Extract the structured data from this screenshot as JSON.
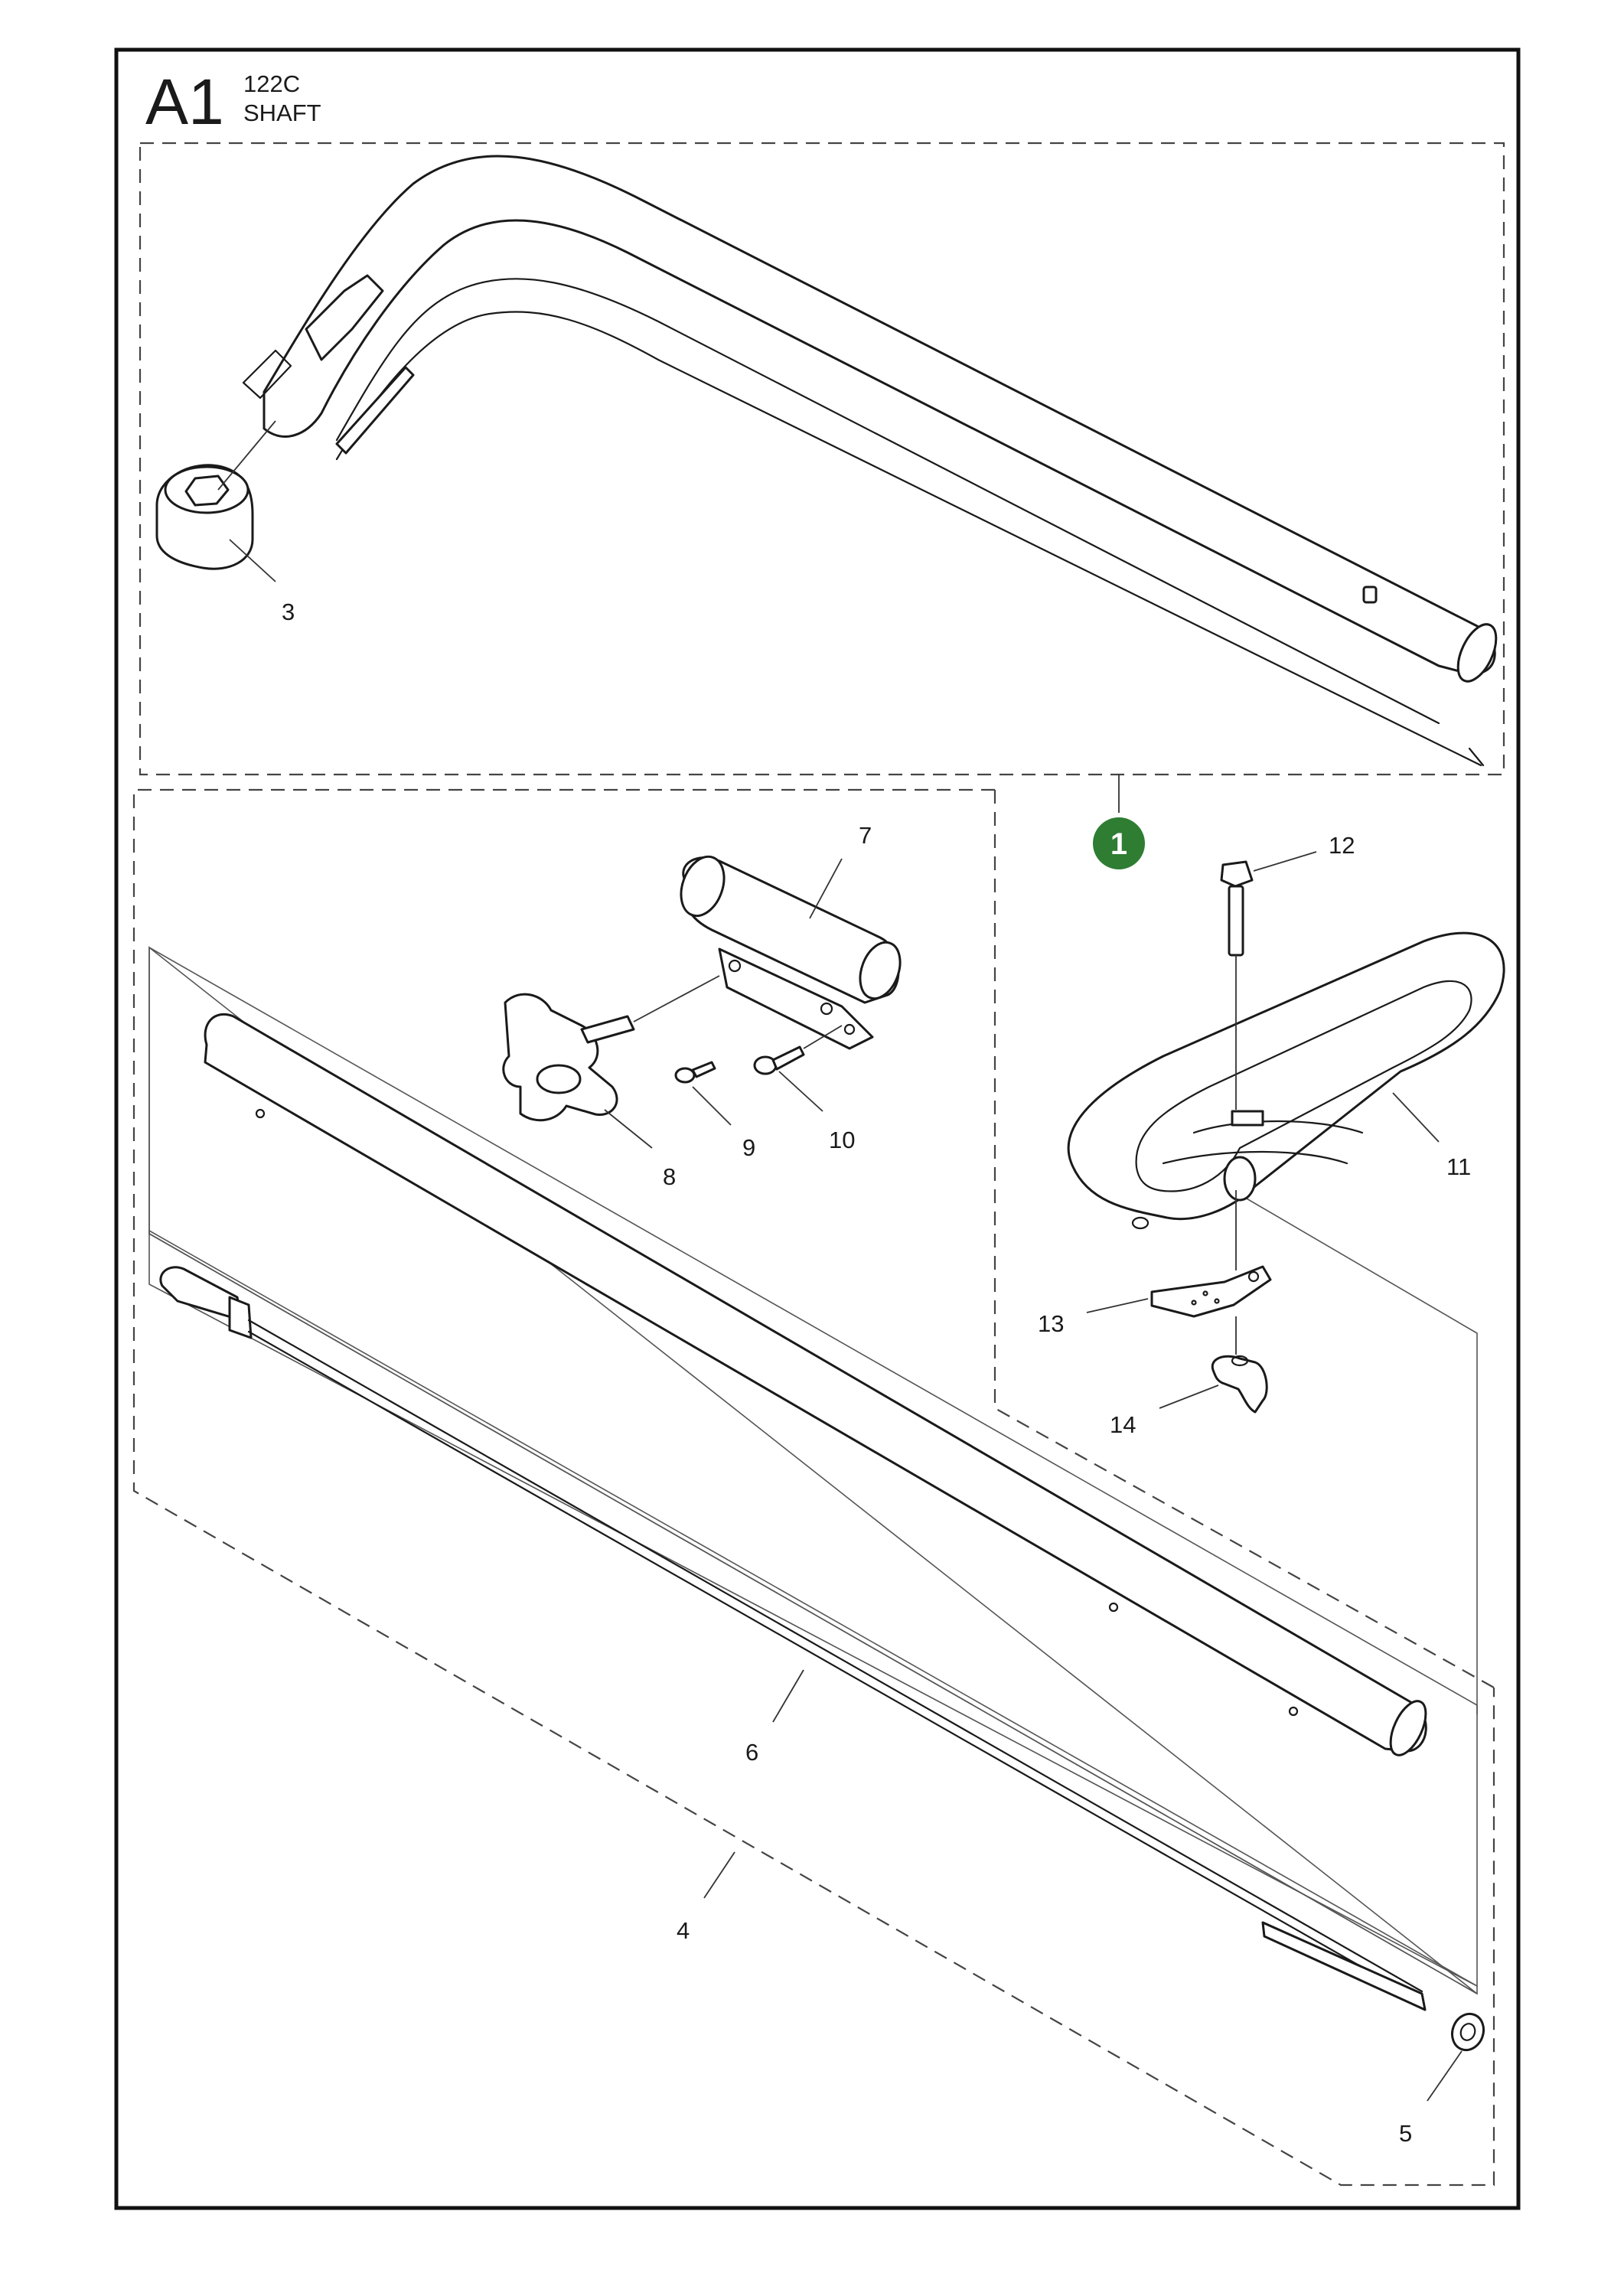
{
  "header": {
    "section_code": "A1",
    "model": "122C",
    "group_name": "SHAFT"
  },
  "assembly_badge": {
    "label": "1",
    "color": "#2e7d32"
  },
  "callouts": {
    "part_3": "3",
    "part_4": "4",
    "part_5": "5",
    "part_6": "6",
    "part_7": "7",
    "part_8": "8",
    "part_9": "9",
    "part_10": "10",
    "part_11": "11",
    "part_12": "12",
    "part_13": "13",
    "part_14": "14"
  }
}
